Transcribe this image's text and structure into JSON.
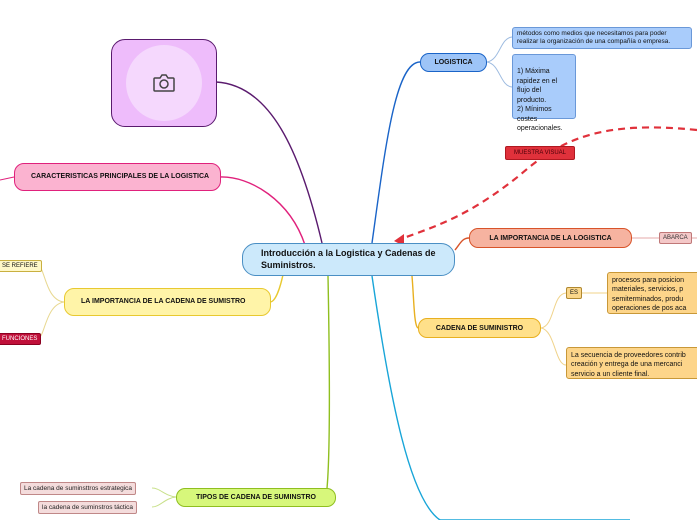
{
  "central": {
    "label": "Introducción a la Logistica y Cadenas de Suministros."
  },
  "image_node": {
    "icon": "camera-icon"
  },
  "left": {
    "caracteristicas": {
      "label": "CARACTERISTICAS PRINCIPALES DE LA LOGISTICA"
    },
    "importancia_cadena": {
      "label": "LA IMPORTANCIA DE LA CADENA DE SUMISTRO"
    },
    "se_refiere": {
      "label": "SE REFIERE"
    },
    "funciones": {
      "label": "FUNCIONES"
    },
    "tipos": {
      "label": "TIPOS DE CADENA DE SUMINSTRO"
    },
    "tipo_1": {
      "label": "La cadena de suminsttros estrategica"
    },
    "tipo_2": {
      "label": "la cadena de suminstros táctica"
    }
  },
  "right": {
    "logistica": {
      "label": "LOGISTICA"
    },
    "logistica_note_1": {
      "label": "métodos como medios que necesitamos para poder realizar la organización de una compañía o empresa."
    },
    "logistica_note_2": {
      "label": "1) Máxima rapidez en el flujo del producto.\n2) Mínimos costes operacionales."
    },
    "muestra_visual": {
      "label": "MUESTRA VISUAL"
    },
    "importancia_logistica": {
      "label": "LA IMPORTANCIA DE LA LOGISTICA"
    },
    "abarca": {
      "label": "ABARCA"
    },
    "cadena": {
      "label": "CADENA DE SUMINISTRO"
    },
    "es": {
      "label": "ES"
    },
    "cadena_note_1": {
      "label": "procesos para posicion materiales, servicios, p semiterminados, produ operaciones de pos aca"
    },
    "cadena_note_2": {
      "label": "La secuencia de proveedores contrib creación y entrega de una mercanci servicio a un cliente final."
    }
  },
  "colors": {
    "central": "#cce9fb",
    "logistica": "#9dc4f7",
    "importancia_logistica": "#f6b3a0",
    "cadena": "#ffe08a",
    "caracteristicas": "#fbb3d0",
    "importancia_cadena": "#fff4a8",
    "tipos": "#d7f77b",
    "muestra_visual": "#e0313b"
  }
}
